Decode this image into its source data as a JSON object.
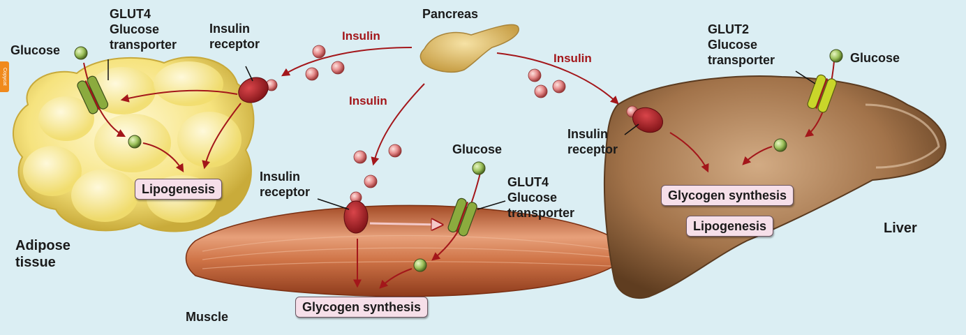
{
  "watermark_tab": "Copycat",
  "labels": {
    "pancreas": "Pancreas",
    "insulin": "Insulin",
    "adipose_glucose": "Glucose",
    "adipose_transporter": [
      "GLUT4",
      "Glucose",
      "transporter"
    ],
    "adipose_receptor": [
      "Insulin",
      "receptor"
    ],
    "adipose_tissue": [
      "Adipose",
      "tissue"
    ],
    "muscle_receptor": [
      "Insulin",
      "receptor"
    ],
    "muscle_glucose": "Glucose",
    "muscle_transporter": [
      "GLUT4",
      "Glucose",
      "transporter"
    ],
    "muscle": "Muscle",
    "liver_transporter": [
      "GLUT2",
      "Glucose",
      "transporter"
    ],
    "liver_glucose": "Glucose",
    "liver_receptor": [
      "Insulin",
      "receptor"
    ],
    "liver": "Liver"
  },
  "processes": {
    "adipose": "Lipogenesis",
    "muscle": "Glycogen synthesis",
    "liver_1": "Glycogen synthesis",
    "liver_2": "Lipogenesis"
  },
  "colors": {
    "background": "#dbeef3",
    "insulin_arrow": "#a3161a",
    "receptor": "#b8262b",
    "glut4": "#8bab3e",
    "glut2": "#c9d62a",
    "glucose": "#9bc05a",
    "insulin_particle": "#e58a8a",
    "adipose": "#f3e27a",
    "muscle": "#c7673d",
    "liver": "#a2734a",
    "pancreas": "#d9b860",
    "process_box": "#f6dfe9"
  }
}
